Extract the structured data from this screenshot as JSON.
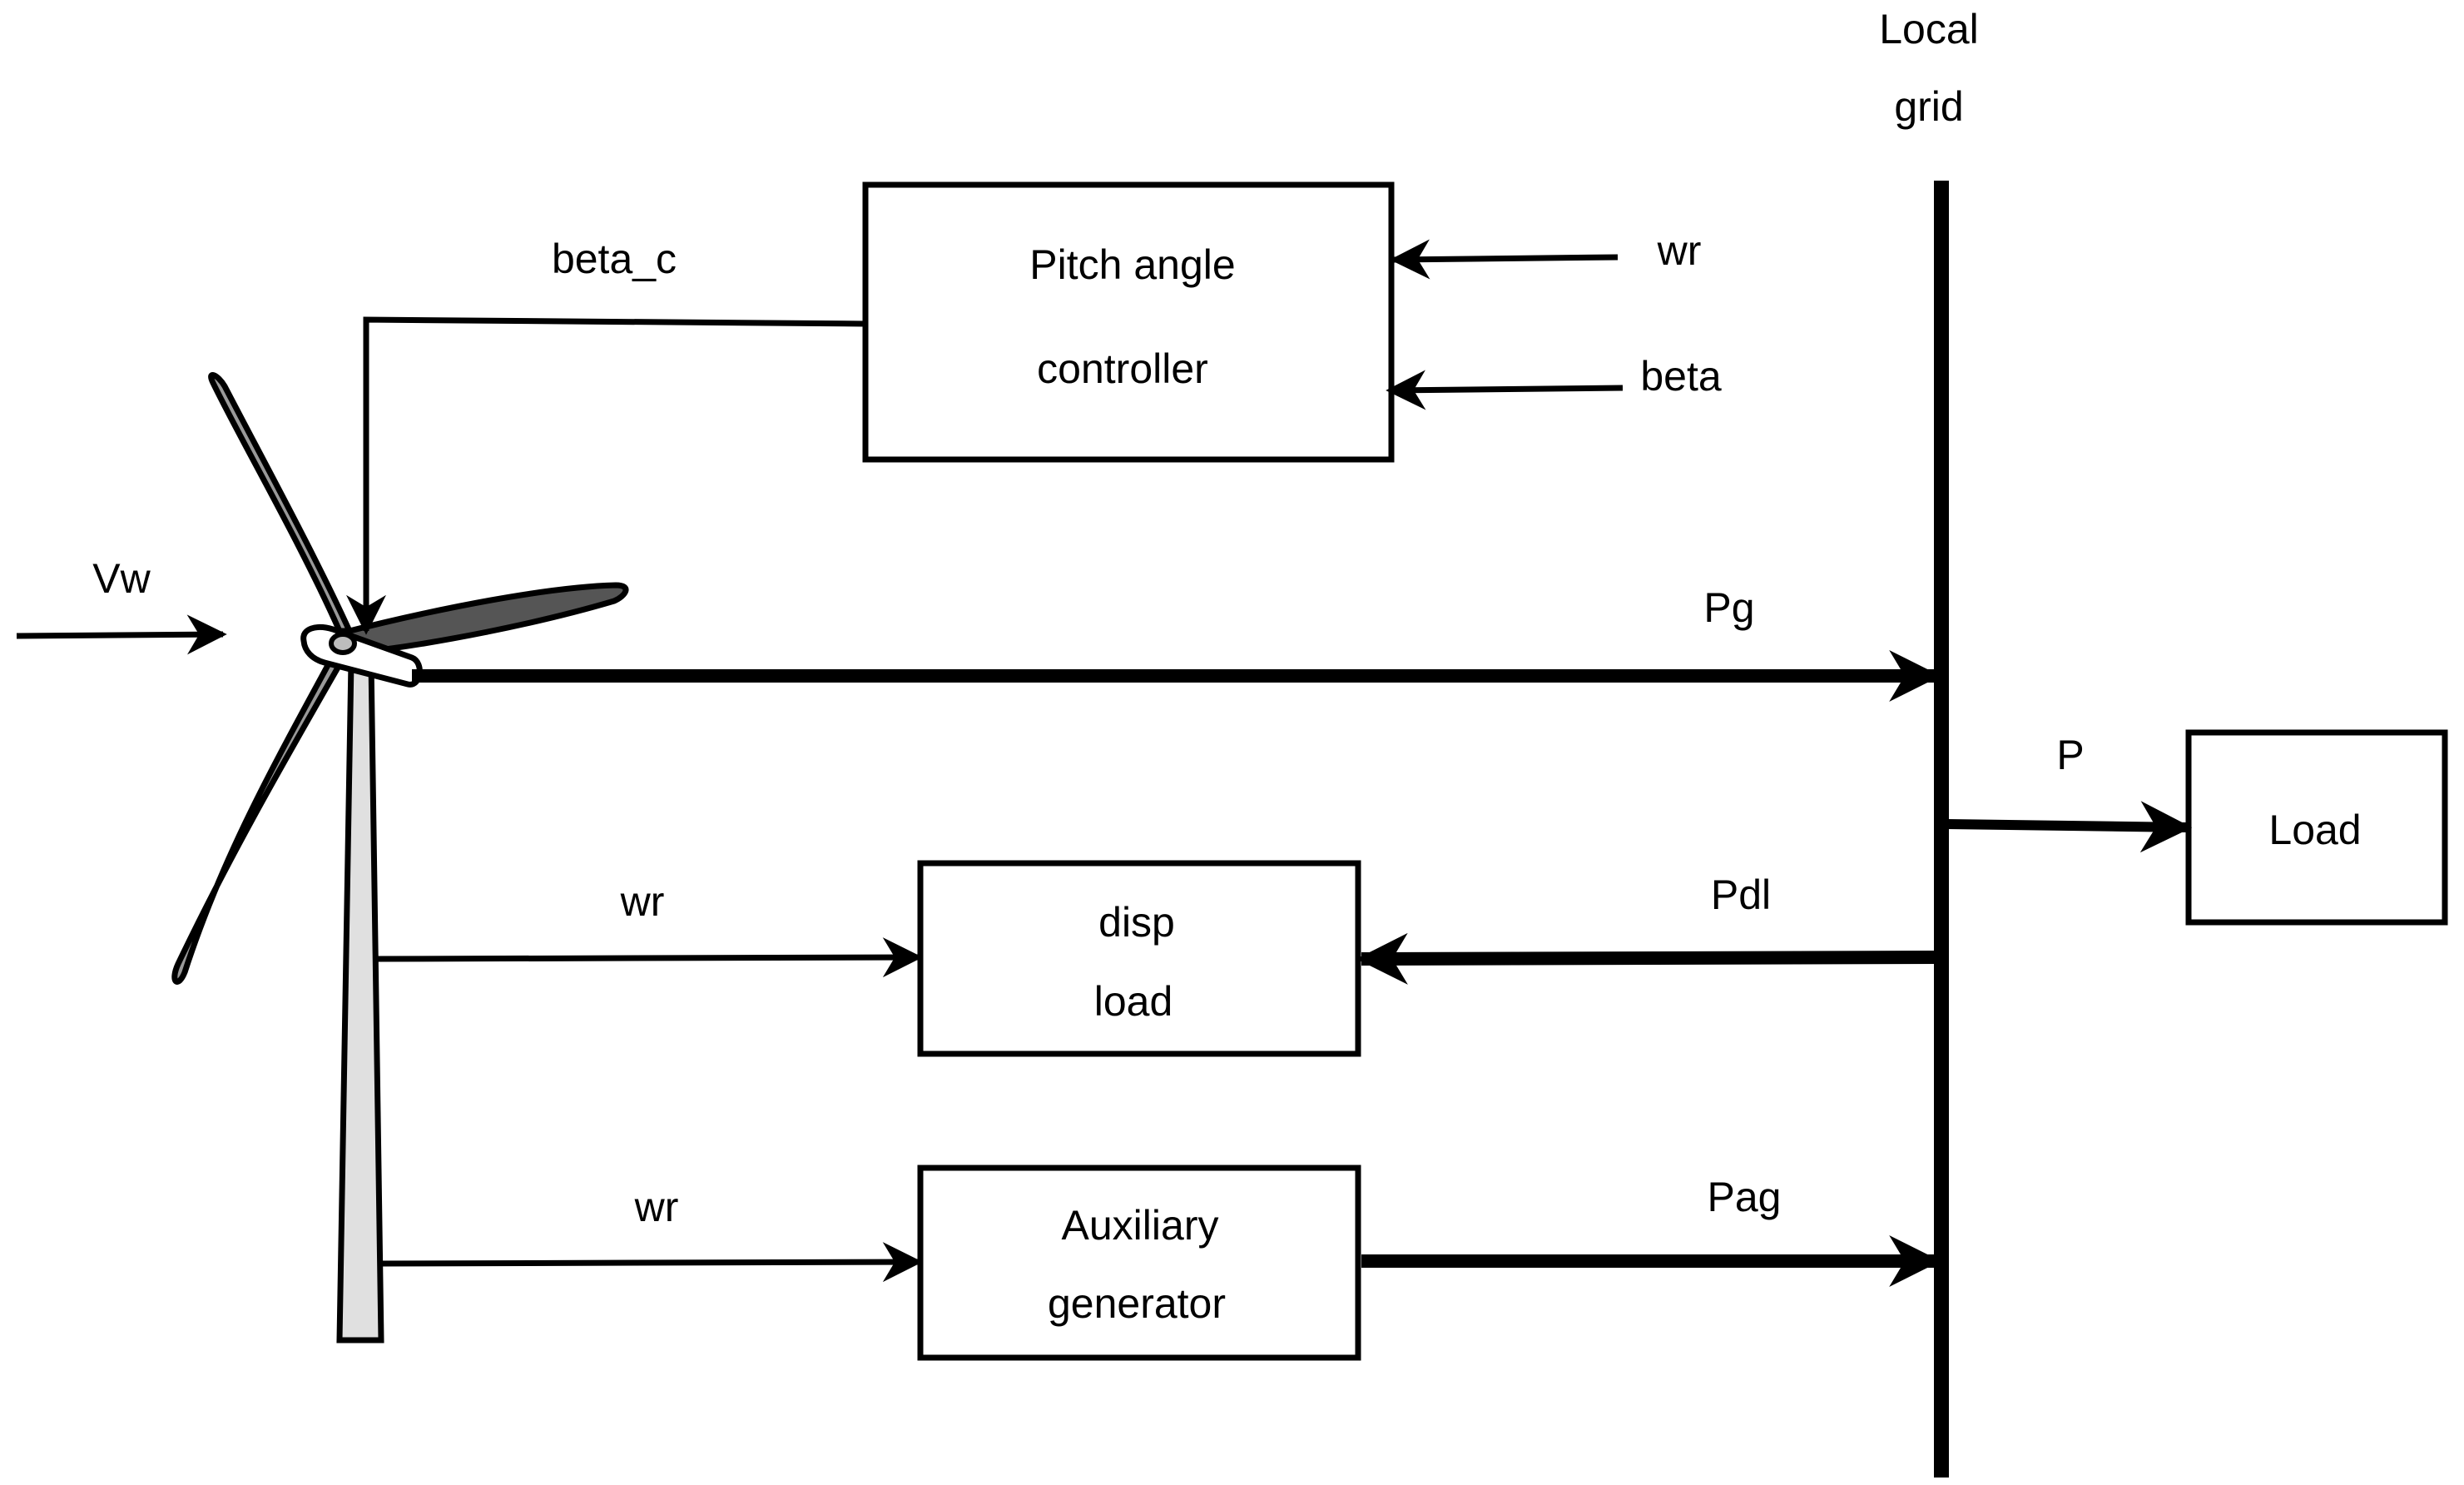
{
  "grid": {
    "line1": "Local",
    "line2": "grid"
  },
  "blocks": {
    "pitch": {
      "line1": "Pitch angle",
      "line2": "controller"
    },
    "disp": {
      "line1": "disp",
      "line2": "load"
    },
    "aux": {
      "line1": "Auxiliary",
      "line2": "generator"
    },
    "load": {
      "label": "Load"
    }
  },
  "signals": {
    "beta_c": "beta_c",
    "wr_pitch": "wr",
    "beta": "beta",
    "vw": "Vw",
    "pg": "Pg",
    "p": "P",
    "pdl": "Pdl",
    "pag": "Pag",
    "wr_disp": "wr",
    "wr_aux": "wr"
  },
  "colors": {
    "line": "#000000",
    "blade_dark": "#555555",
    "blade_mid": "#999999",
    "blade_light": "#bdbdbd",
    "tower": "#e0e0e0"
  },
  "icons": {
    "turbine": "wind-turbine-icon"
  }
}
